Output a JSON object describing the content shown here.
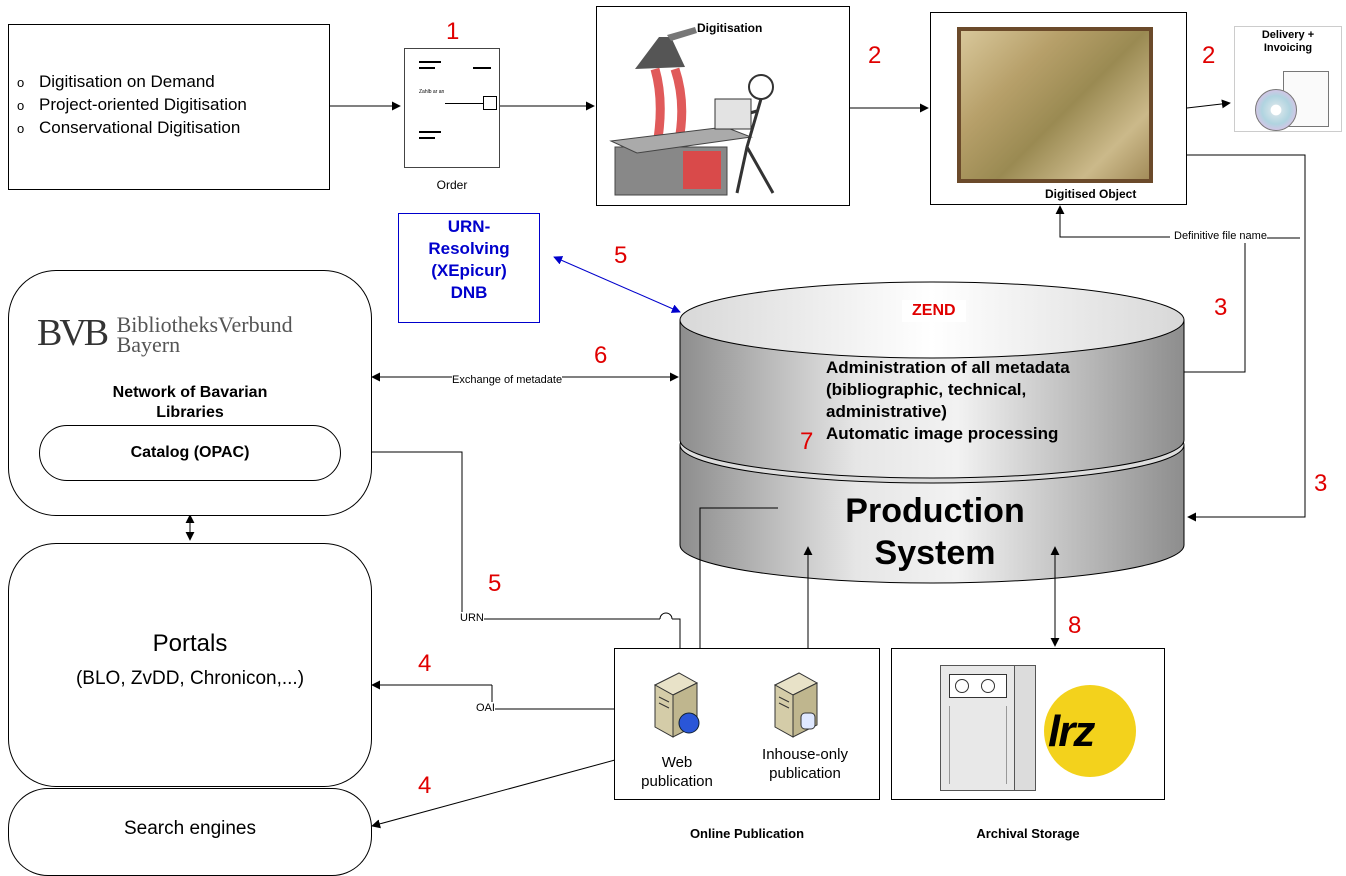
{
  "demand_box": {
    "items": [
      "Digitisation on Demand",
      "Project-oriented Digitisation",
      "Conservational Digitisation"
    ]
  },
  "order": {
    "label": "Order",
    "form_text": "Zahlb ar an"
  },
  "digitisation": {
    "label": "Digitisation"
  },
  "digitised_object": {
    "label": "Digitised Object"
  },
  "delivery": {
    "label_line1": "Delivery +",
    "label_line2": "Invoicing"
  },
  "urn_resolving": {
    "line1": "URN-",
    "line2": "Resolving",
    "line3": "(XEpicur)",
    "line4": "DNB"
  },
  "zend": {
    "title": "ZEND",
    "meta_line1": "Administration of all metadata",
    "meta_line2": "(bibliographic, technical,",
    "meta_line3": "administrative)",
    "image_processing": "Automatic image processing",
    "production_line1": "Production",
    "production_line2": "System"
  },
  "bvb": {
    "logo_letters": "BVB",
    "logo_line1": "BibliotheksVerbund",
    "logo_line2": "Bayern",
    "network_line1": "Network of Bavarian",
    "network_line2": "Libraries",
    "catalog": "Catalog (OPAC)"
  },
  "portals": {
    "title": "Portals",
    "subtitle": "(BLO, ZvDD, Chronicon,...)"
  },
  "search_engines": {
    "label": "Search engines"
  },
  "online_publication": {
    "label": "Online Publication",
    "web_line1": "Web",
    "web_line2": "publication",
    "inhouse_line1": "Inhouse-only",
    "inhouse_line2": "publication"
  },
  "archival_storage": {
    "label": "Archival Storage",
    "logo_text": "lrz"
  },
  "edge_labels": {
    "definitive_file_name": "Definitive file name",
    "exchange_metadate": "Exchange of metadate",
    "urn": "URN",
    "oai": "OAI"
  },
  "step_numbers": {
    "n1": "1",
    "n2a": "2",
    "n2b": "2",
    "n3a": "3",
    "n3b": "3",
    "n4a": "4",
    "n4b": "4",
    "n5a": "5",
    "n5b": "5",
    "n6": "6",
    "n7": "7",
    "n8": "8"
  },
  "colors": {
    "step_number": "#e00000",
    "urn_blue": "#0000cc",
    "cylinder_gray": "#b8b8b8"
  }
}
